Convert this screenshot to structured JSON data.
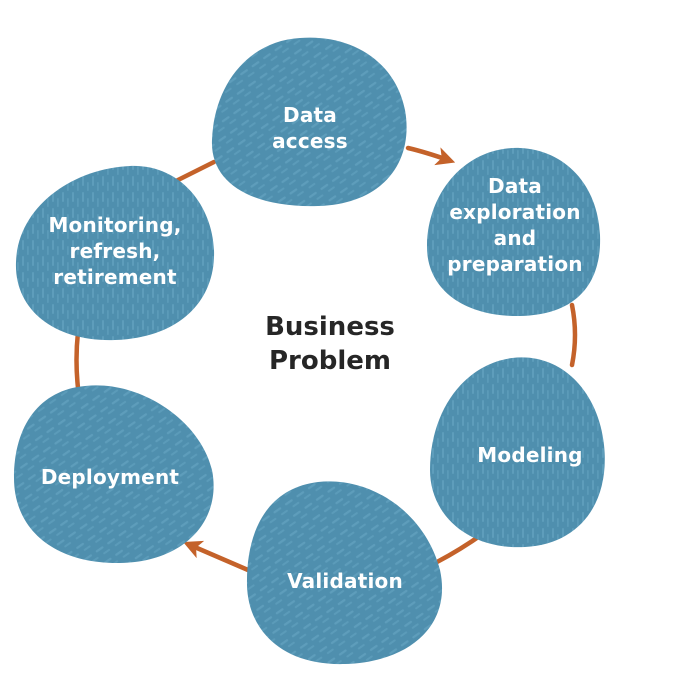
{
  "diagram": {
    "type": "cycle",
    "center": {
      "line1": "Business",
      "line2": "Problem"
    },
    "stages": [
      {
        "id": "data-access",
        "lines": [
          "Data",
          "access"
        ]
      },
      {
        "id": "data-exploration",
        "lines": [
          "Data",
          "exploration",
          "and",
          "preparation"
        ]
      },
      {
        "id": "modeling",
        "lines": [
          "Modeling"
        ]
      },
      {
        "id": "validation",
        "lines": [
          "Validation"
        ]
      },
      {
        "id": "deployment",
        "lines": [
          "Deployment"
        ]
      },
      {
        "id": "monitoring",
        "lines": [
          "Monitoring,",
          "refresh,",
          "retirement"
        ]
      }
    ],
    "flow": [
      {
        "from": "data-access",
        "to": "data-exploration",
        "arrow": true
      },
      {
        "from": "data-exploration",
        "to": "modeling",
        "arrow": false
      },
      {
        "from": "modeling",
        "to": "validation",
        "arrow": false
      },
      {
        "from": "validation",
        "to": "deployment",
        "arrow": true
      },
      {
        "from": "deployment",
        "to": "monitoring",
        "arrow": false
      },
      {
        "from": "monitoring",
        "to": "data-access",
        "arrow": false
      }
    ],
    "colors": {
      "blob_fill": "#4f8fae",
      "blob_texture": "#6aa9c6",
      "connector": "#c4622a",
      "label_text": "#ffffff",
      "center_text": "#262626",
      "background": "#ffffff"
    }
  }
}
